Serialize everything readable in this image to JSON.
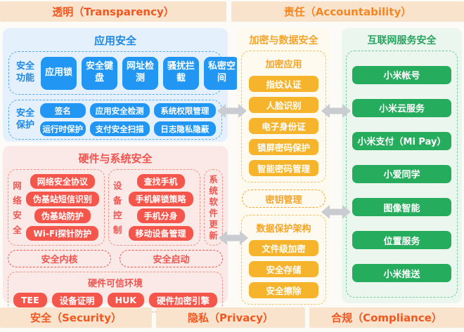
{
  "theme": {
    "bar_bg": "#FAE3CD",
    "bar_text_red": "#F2571F",
    "bar_text_orange": "#F6861F",
    "blue": {
      "bg": "#E4F1FC",
      "accent": "#1E88E5",
      "chip": "#2196F3",
      "dash": "#58A9EA"
    },
    "red": {
      "bg": "#FBE9E7",
      "accent": "#F0544F",
      "chip": "#F4564C",
      "dash": "#F0918B"
    },
    "orange": {
      "bg": "#FEFAEF",
      "accent": "#F5A427",
      "chip": "#F6B42D",
      "dash": "#F2C45F"
    },
    "green": {
      "bg": "#EAF6EE",
      "accent": "#27A35F",
      "chip": "#25AC5C",
      "dash": "#77CBA0"
    },
    "arrow": "#C9CDD1"
  },
  "top_bars": [
    {
      "label": "透明（Transparency）"
    },
    {
      "label": "责任（Accountability）"
    }
  ],
  "bottom_bars": [
    {
      "label": "安全（Security）"
    },
    {
      "label": "隐私（Privacy）"
    },
    {
      "label": "合规（Compliance）"
    }
  ],
  "app_security": {
    "title": "应用安全",
    "functions": {
      "label": "安全功能",
      "items": [
        "应用锁",
        "安全键盘",
        "网址检测",
        "骚扰拦截",
        "私密空间"
      ]
    },
    "protection": {
      "label": "安全保护",
      "items": [
        "签名",
        "应用安全检测",
        "系统权限管理",
        "运行时保护",
        "支付安全扫描",
        "日志隐私隐蔽"
      ]
    }
  },
  "hardware_security": {
    "title": "硬件与系统安全",
    "network": {
      "label": "网络安全",
      "items": [
        "网络安全协议",
        "伪基站短信识别",
        "伪基站防护",
        "Wi-Fi探针防护"
      ]
    },
    "device": {
      "label": "设备控制",
      "items": [
        "查找手机",
        "手机解锁策略",
        "手机分身",
        "移动设备管理"
      ]
    },
    "system_update": {
      "label": "系统软件更新"
    },
    "kernel": {
      "label": "安全内核"
    },
    "boot": {
      "label": "安全启动"
    },
    "trusted_env": {
      "label": "硬件可信环境",
      "items": [
        "TEE",
        "设备证明",
        "HUK",
        "硬件加密引擎"
      ]
    }
  },
  "encryption_security": {
    "title": "加密与数据安全",
    "apps": {
      "label": "加密应用",
      "items": [
        "指纹认证",
        "人脸识别",
        "电子身份证",
        "锁屏密码保护",
        "智能密码管理"
      ]
    },
    "key_management": {
      "label": "密钥管理"
    },
    "data_protection": {
      "label": "数据保护架构",
      "items": [
        "文件级加密",
        "安全存储",
        "安全擦除"
      ]
    }
  },
  "internet_security": {
    "title": "互联网服务安全",
    "items": [
      "小米帐号",
      "小米云服务",
      "小米支付（Mi Pay）",
      "小爱同学",
      "图像智能",
      "位置服务",
      "小米推送"
    ]
  }
}
